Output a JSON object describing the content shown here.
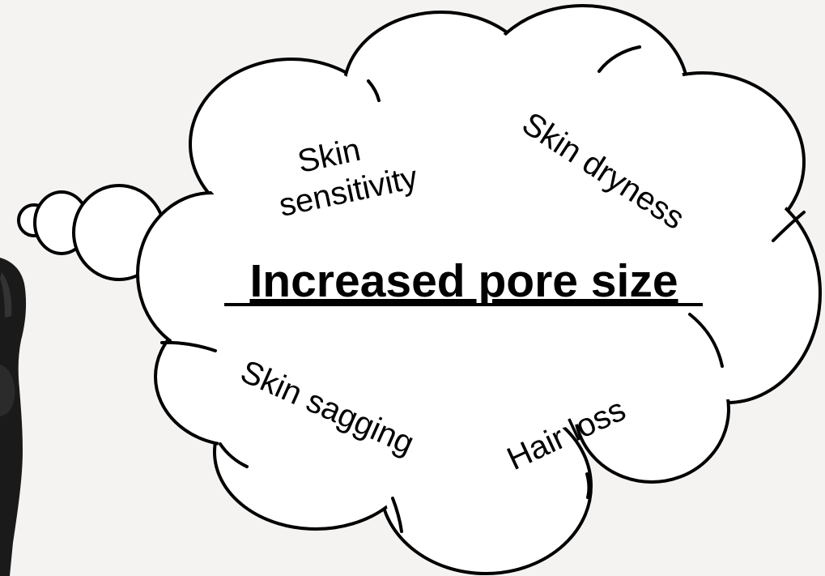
{
  "diagram": {
    "main_concept": "Increased pore size",
    "concerns": [
      "Skin sensitivity",
      "Skin dryness",
      "Skin sagging",
      "Hair loss"
    ]
  },
  "labels": {
    "sensitivity_line1": "Skin",
    "sensitivity_line2": "sensitivity",
    "dryness": "Skin dryness",
    "sagging": "Skin sagging",
    "hair_loss": "Hair loss",
    "main": "Increased pore size"
  },
  "colors": {
    "background": "#f4f3f1",
    "cloud_fill": "#ffffff",
    "outline": "#000000",
    "person_suit": "#1a1a1a"
  }
}
